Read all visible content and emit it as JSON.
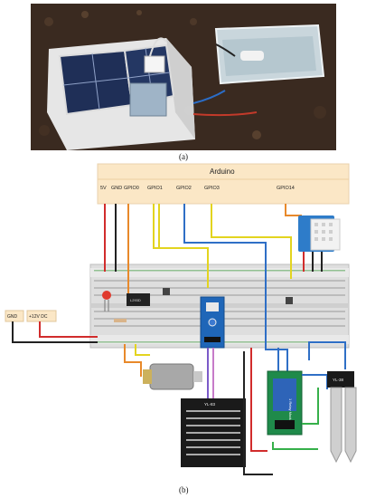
{
  "captions": {
    "a": "(a)",
    "b": "(b)"
  },
  "arduino": {
    "title": "Arduino",
    "pins": [
      "5V",
      "GND",
      "GPIO0",
      "GPIO1",
      "GPIO2",
      "GPIO3",
      "GPIO14"
    ]
  },
  "power": {
    "gnd": "GND",
    "dc": "+12V DC"
  },
  "labels": {
    "ic": "L293D",
    "rain_module": "YL-83",
    "soil_module": "YL-38",
    "relay": "1 Relay Module"
  }
}
